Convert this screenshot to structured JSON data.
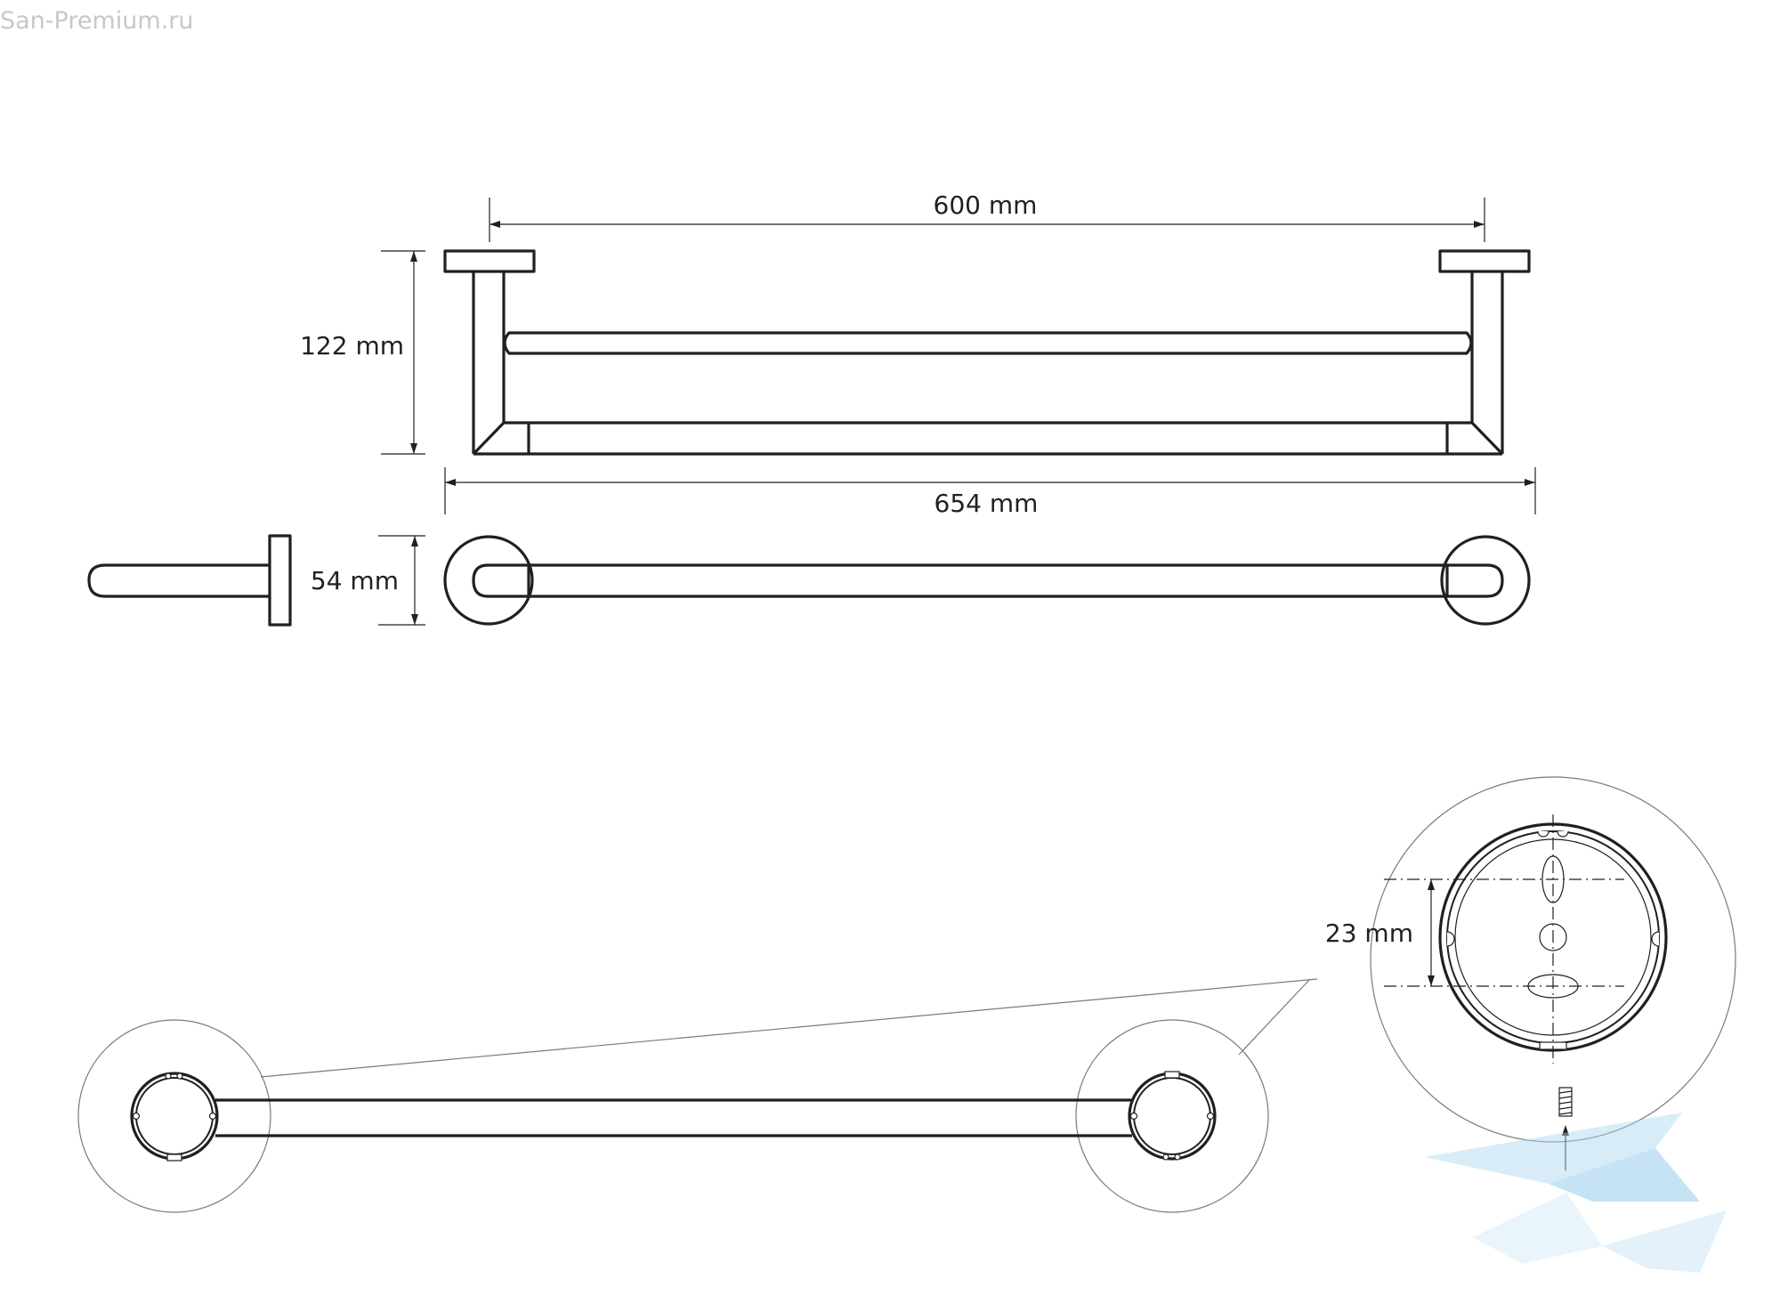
{
  "watermark": "San-Premium.ru",
  "dimensions": {
    "length_inner": "600 mm",
    "length_total": "654 mm",
    "height": "122 mm",
    "depth": "54 mm",
    "hole_spacing": "23 mm"
  },
  "colors": {
    "line": "#231f20",
    "watermark_text": "#c8c8c8",
    "logo": "#a9d6f0"
  },
  "icons": [
    "screw-icon",
    "brand-logo-icon"
  ]
}
